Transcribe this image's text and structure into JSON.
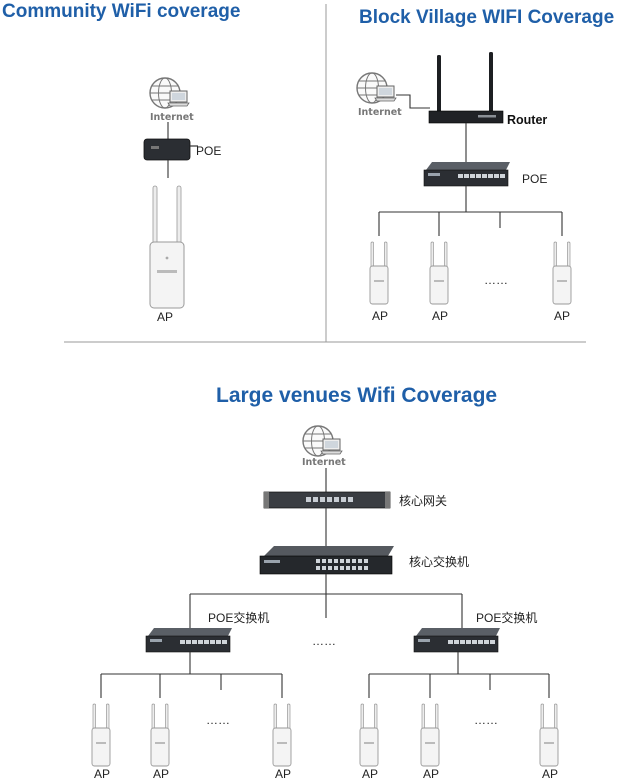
{
  "titles": {
    "community": "Community WiFi coverage",
    "village": "Block Village WIFI Coverage",
    "large": "Large venues Wifi Coverage"
  },
  "community": {
    "internet": "Internet",
    "poe": "POE",
    "ap": "AP"
  },
  "village": {
    "internet": "Internet",
    "router": "Router",
    "poe": "POE",
    "ap_labels": [
      "AP",
      "AP",
      "AP"
    ],
    "dots": "……"
  },
  "large": {
    "internet": "Internet",
    "gateway": "核心网关",
    "core_switch": "核心交换机",
    "poe_switch_left": "POE交换机",
    "poe_switch_right": "POE交换机",
    "dots_mid": "……",
    "dots_left": "……",
    "dots_right": "……",
    "ap_labels_left": [
      "AP",
      "AP",
      "AP"
    ],
    "ap_labels_right": [
      "AP",
      "AP",
      "AP"
    ]
  },
  "colors": {
    "title": "#1f5fa8",
    "device_dark": "#2b2e33",
    "ap_white": "#f4f4f4"
  }
}
